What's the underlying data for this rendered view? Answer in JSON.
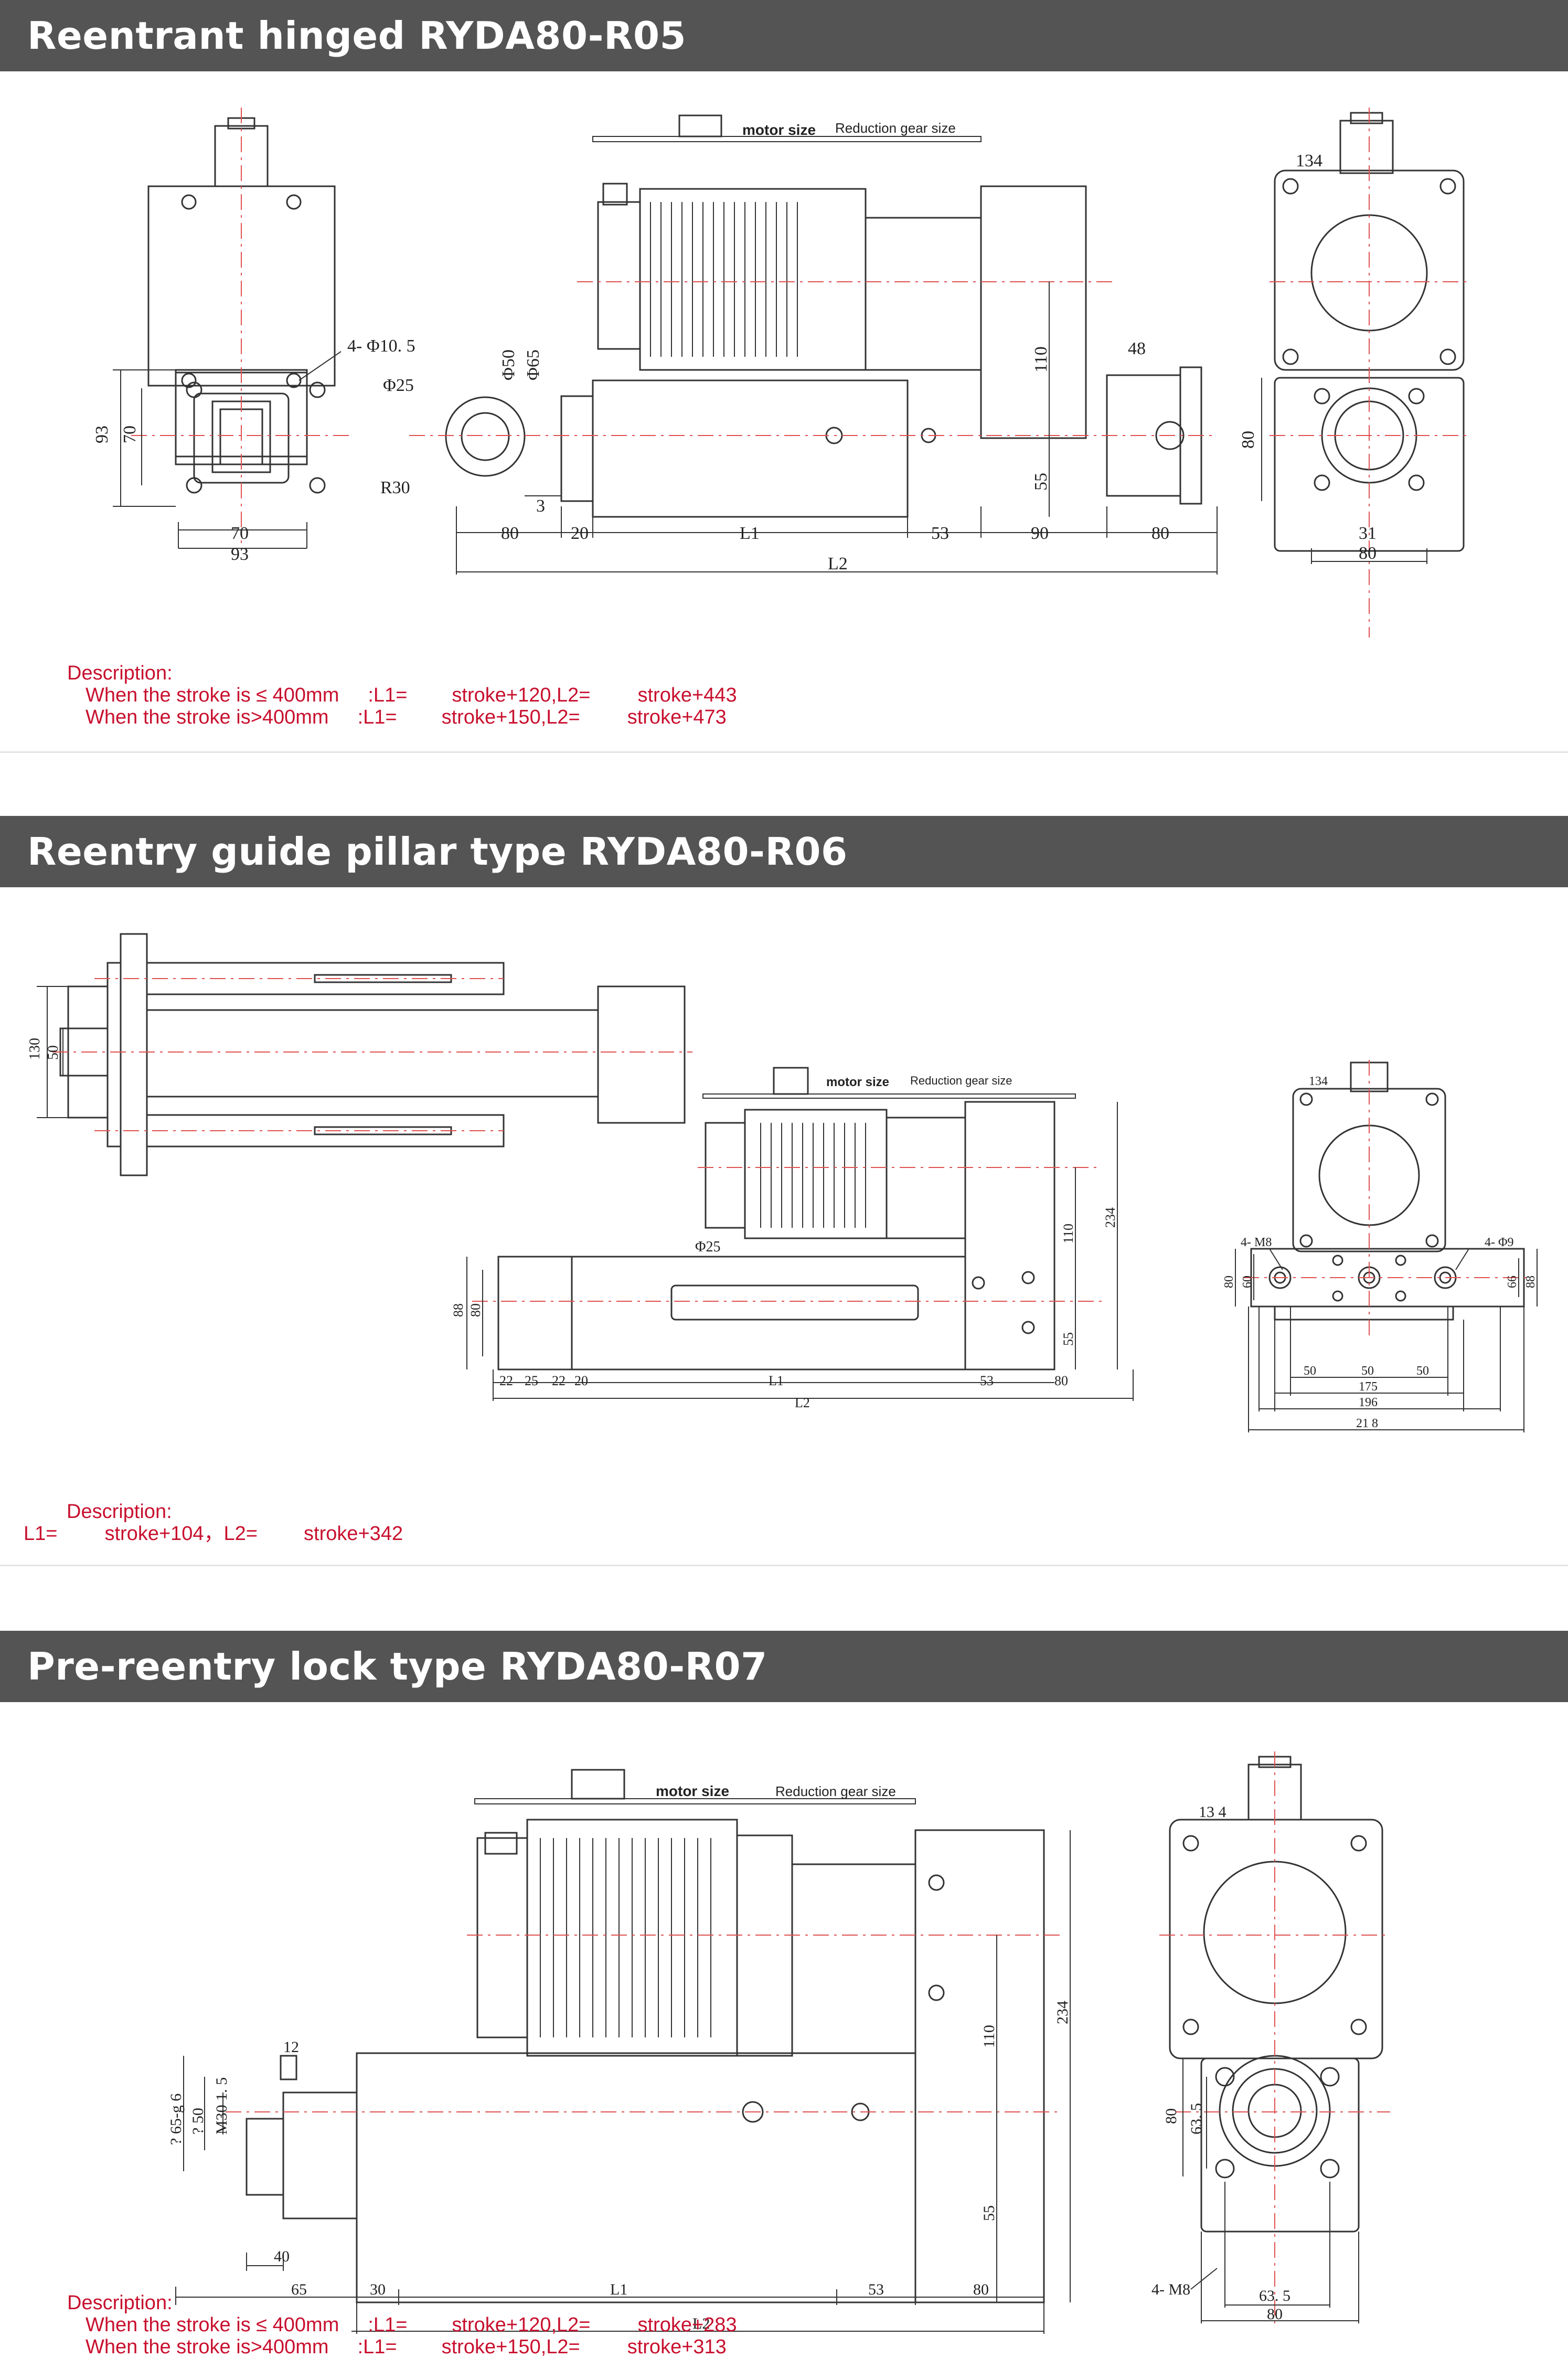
{
  "sections": [
    {
      "title": "Reentrant hinged RYDA80-R05",
      "header_labels": {
        "motor": "motor size",
        "gear": "Reduction gear size"
      },
      "dims": {
        "holes": "4- Φ10. 5",
        "d25": "Φ25",
        "r30": "R30",
        "d50": "Φ50",
        "d65": "Φ65",
        "h93": "93",
        "h70": "70",
        "w70": "70",
        "w93": "93",
        "s80": "80",
        "s20": "20",
        "l1": "L1",
        "s53": "53",
        "s90": "90",
        "s80b": "80",
        "s3": "3",
        "l2": "L2",
        "h110": "110",
        "h55": "55",
        "w48": "48",
        "e134": "134",
        "e80v": "80",
        "e31": "31",
        "e80": "80"
      },
      "description": {
        "label": "Description:",
        "rows": [
          {
            "a": "When the stroke is ≤ 400mm",
            "b": ":L1=",
            "c": "stroke+120,L2=",
            "d": "stroke+443"
          },
          {
            "a": "When the stroke is>400mm",
            "b": ":L1=",
            "c": "stroke+150,L2=",
            "d": "stroke+473"
          }
        ]
      }
    },
    {
      "title": "Reentry guide pillar type RYDA80-R06",
      "header_labels": {
        "motor": "motor size",
        "gear": "Reduction gear size"
      },
      "dims": {
        "h130": "130",
        "h50": "50",
        "d25": "Φ25",
        "h88": "88",
        "h80": "80",
        "h110": "110",
        "h234": "234",
        "h55": "55",
        "s22": "22",
        "s25": "25",
        "s22b": "22",
        "s20": "20",
        "l1": "L1",
        "s53": "53",
        "s80": "80",
        "l2": "L2",
        "e134": "134",
        "m8": "4- M8",
        "d9": "4- Φ9",
        "e80": "80",
        "e60": "60",
        "e66": "66",
        "e88": "88",
        "p50a": "50",
        "p50b": "50",
        "p50c": "50",
        "w175": "175",
        "w196": "196",
        "w218": "21 8"
      },
      "description": {
        "label": "Description:",
        "rows": [
          {
            "a": "L1=",
            "b": "stroke+104，L2=",
            "c": "stroke+342"
          }
        ]
      }
    },
    {
      "title": "Pre-reentry lock type RYDA80-R07",
      "header_labels": {
        "motor": "motor size",
        "gear": "Reduction gear size"
      },
      "dims": {
        "v1": "? 65-g 6",
        "v2": "? 50",
        "v3": "M30 1. 5",
        "s12": "12",
        "s40": "40",
        "s65": "65",
        "s30": "30",
        "l1": "L1",
        "s53": "53",
        "s80": "80",
        "l2": "L2",
        "h110": "110",
        "h234": "234",
        "h55": "55",
        "e134": "13 4",
        "e80v": "80",
        "e635v": "63. 5",
        "m8": "4- M8",
        "e635": "63. 5",
        "e80": "80"
      },
      "description": {
        "label": "Description:",
        "rows": [
          {
            "a": "When the stroke is ≤ 400mm",
            "b": ":L1=",
            "c": "stroke+120,L2=",
            "d": "stroke+283"
          },
          {
            "a": "When the stroke is>400mm",
            "b": ":L1=",
            "c": "stroke+150,L2=",
            "d": "stroke+313"
          }
        ]
      }
    }
  ]
}
